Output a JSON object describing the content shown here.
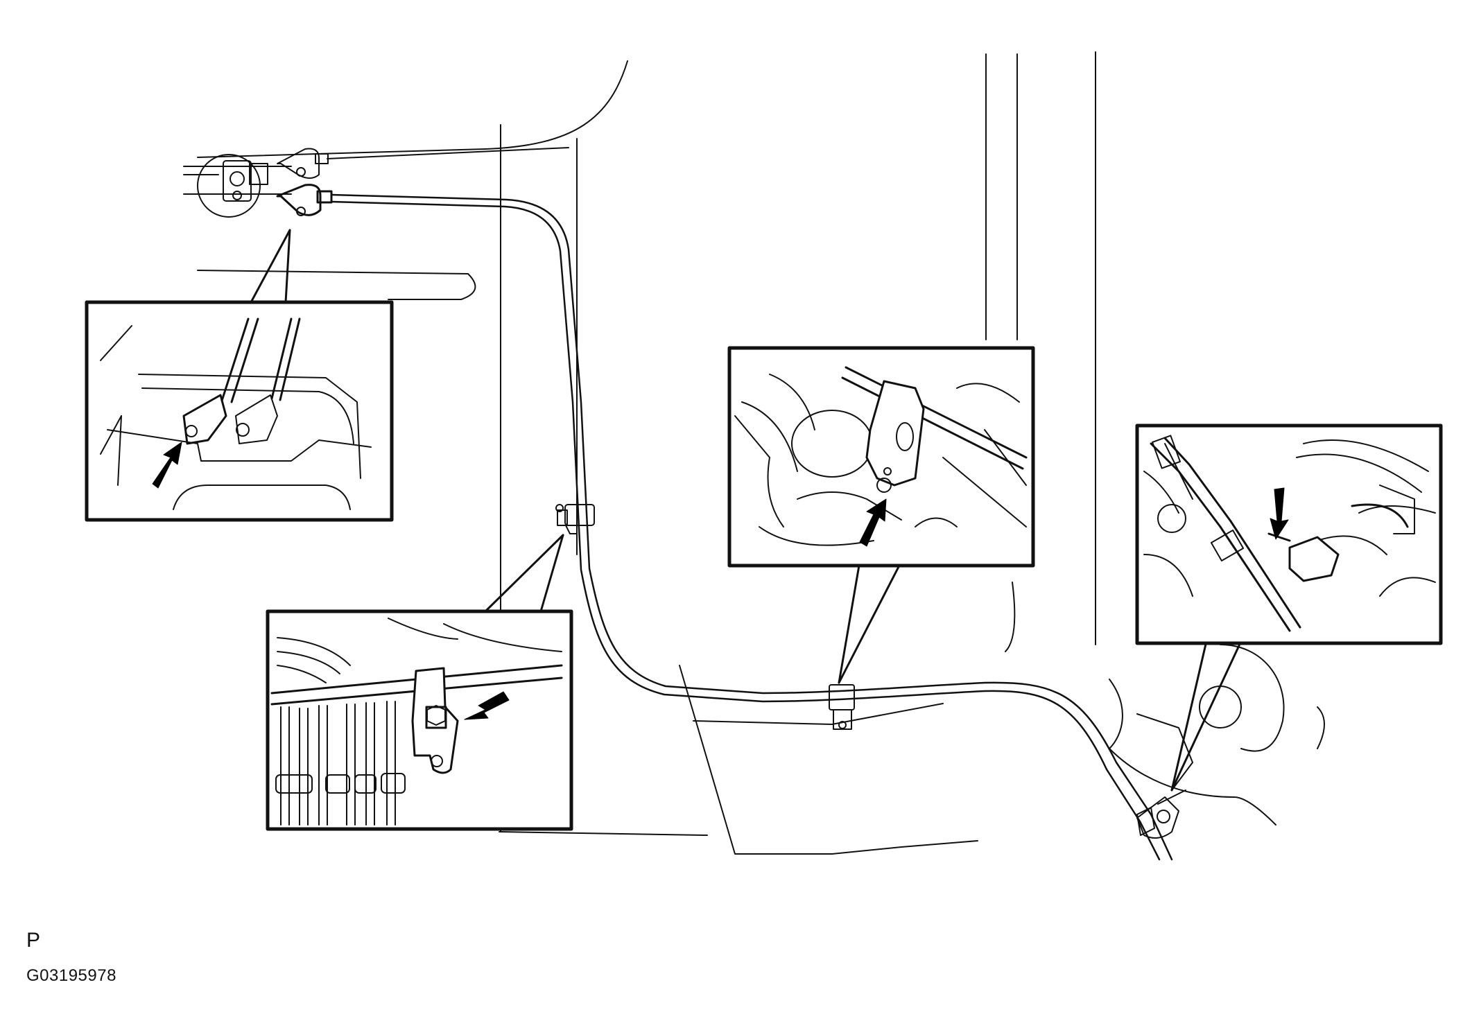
{
  "labels": {
    "view_letter": "P",
    "figure_code": "G03195978"
  },
  "colors": {
    "line": "#111111",
    "background": "#ffffff",
    "arrow": "#000000"
  },
  "callouts": [
    {
      "name": "rear-cable-end-bracket-detail",
      "icon": "arrow-to-bolt"
    },
    {
      "name": "center-clamp-bolt-detail",
      "icon": "arrow-to-bolt"
    },
    {
      "name": "floor-clamp-bolt-detail",
      "icon": "arrow-to-bolt"
    },
    {
      "name": "front-equalizer-bolt-detail",
      "icon": "arrow-to-bolt"
    }
  ]
}
